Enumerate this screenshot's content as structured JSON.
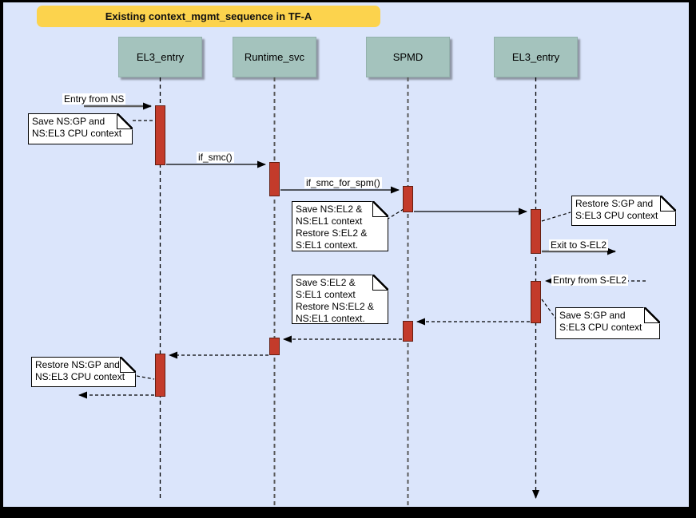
{
  "title": {
    "text": "Existing context_mgmt_sequence in TF-A"
  },
  "actors": [
    {
      "label": "EL3_entry"
    },
    {
      "label": "Runtime_svc"
    },
    {
      "label": "SPMD"
    },
    {
      "label": "EL3_entry"
    }
  ],
  "messages": {
    "entry_from_ns": "Entry from NS",
    "if_smc": "if_smc()",
    "if_smc_for_spm": "if_smc_for_spm()",
    "exit_to_s_el2": "Exit to S-EL2",
    "entry_from_s_el2": "Entry from S-EL2"
  },
  "notes": [
    {
      "lines": [
        "Save NS:GP and",
        "NS:EL3 CPU context"
      ]
    },
    {
      "lines": [
        "Save NS:EL2 &",
        "NS:EL1 context",
        "Restore S:EL2 &",
        "S:EL1 context."
      ]
    },
    {
      "lines": [
        "Restore S:GP and",
        "S:EL3 CPU context"
      ]
    },
    {
      "lines": [
        "Save S:EL2 &",
        "S:EL1 context",
        "Restore NS:EL2 &",
        "NS:EL1 context."
      ]
    },
    {
      "lines": [
        "Save S:GP and",
        "S:EL3 CPU context"
      ]
    },
    {
      "lines": [
        "Restore NS:GP and",
        "NS:EL3 CPU context"
      ]
    }
  ],
  "colors": {
    "background": "#dbe5fb",
    "frame": "#000000",
    "banner": "#fcd34d",
    "actor_fill": "#a4c3bd",
    "activation_fill": "#c33b2b",
    "activation_border": "#641e12",
    "note_fill": "#ffffff",
    "external_arrow": "#5b5b5b"
  }
}
